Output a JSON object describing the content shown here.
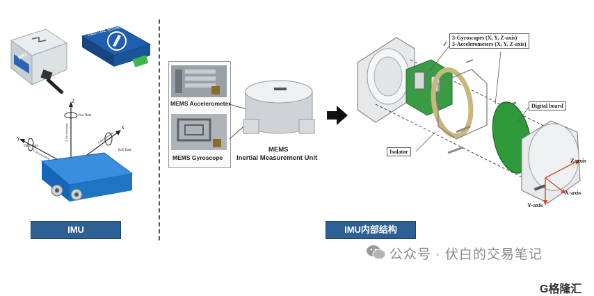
{
  "left_panel": {
    "label": "IMU",
    "sensor_a_brand": "IMU",
    "sensor_b_label": "INERTIAL SENSE",
    "axis_labels": {
      "z": "Z",
      "y": "Y",
      "x": "X",
      "yaw": "Yaw Rate",
      "pitch": "Pitch Rate",
      "roll": "Roll Rate",
      "z_accel": "Z Acceleration",
      "y_accel": "Y Acceleration",
      "x_accel": "X Acceleration"
    }
  },
  "middle_panel": {
    "accelerometer_label": "MEMS Accelerometer",
    "gyroscope_label": "MEMS Gyroscope",
    "unit_title_line1": "MEMS",
    "unit_title_line2": "Inertial Measurement Unit"
  },
  "right_panel": {
    "label": "IMU内部结构",
    "callout_sensors_line1": "3-Gyroscopes (X, Y, Z-axis)",
    "callout_sensors_line2": "3-Accelerometers (X, Y, Z-axis)",
    "callout_digital_board": "Digital board",
    "callout_isolator": "Isolator",
    "axis_z": "Z-axis",
    "axis_x": "X-axis",
    "axis_y": "Y-axis"
  },
  "watermark": {
    "text": "公众号 · 伏白的交易笔记"
  },
  "brand": {
    "logo_text": "G格隆汇"
  },
  "colors": {
    "panel_label_bg": "#2e5f95",
    "blue_sensor": "#1f74c4",
    "green_board": "#2f9a3a",
    "arrow": "#111111"
  }
}
